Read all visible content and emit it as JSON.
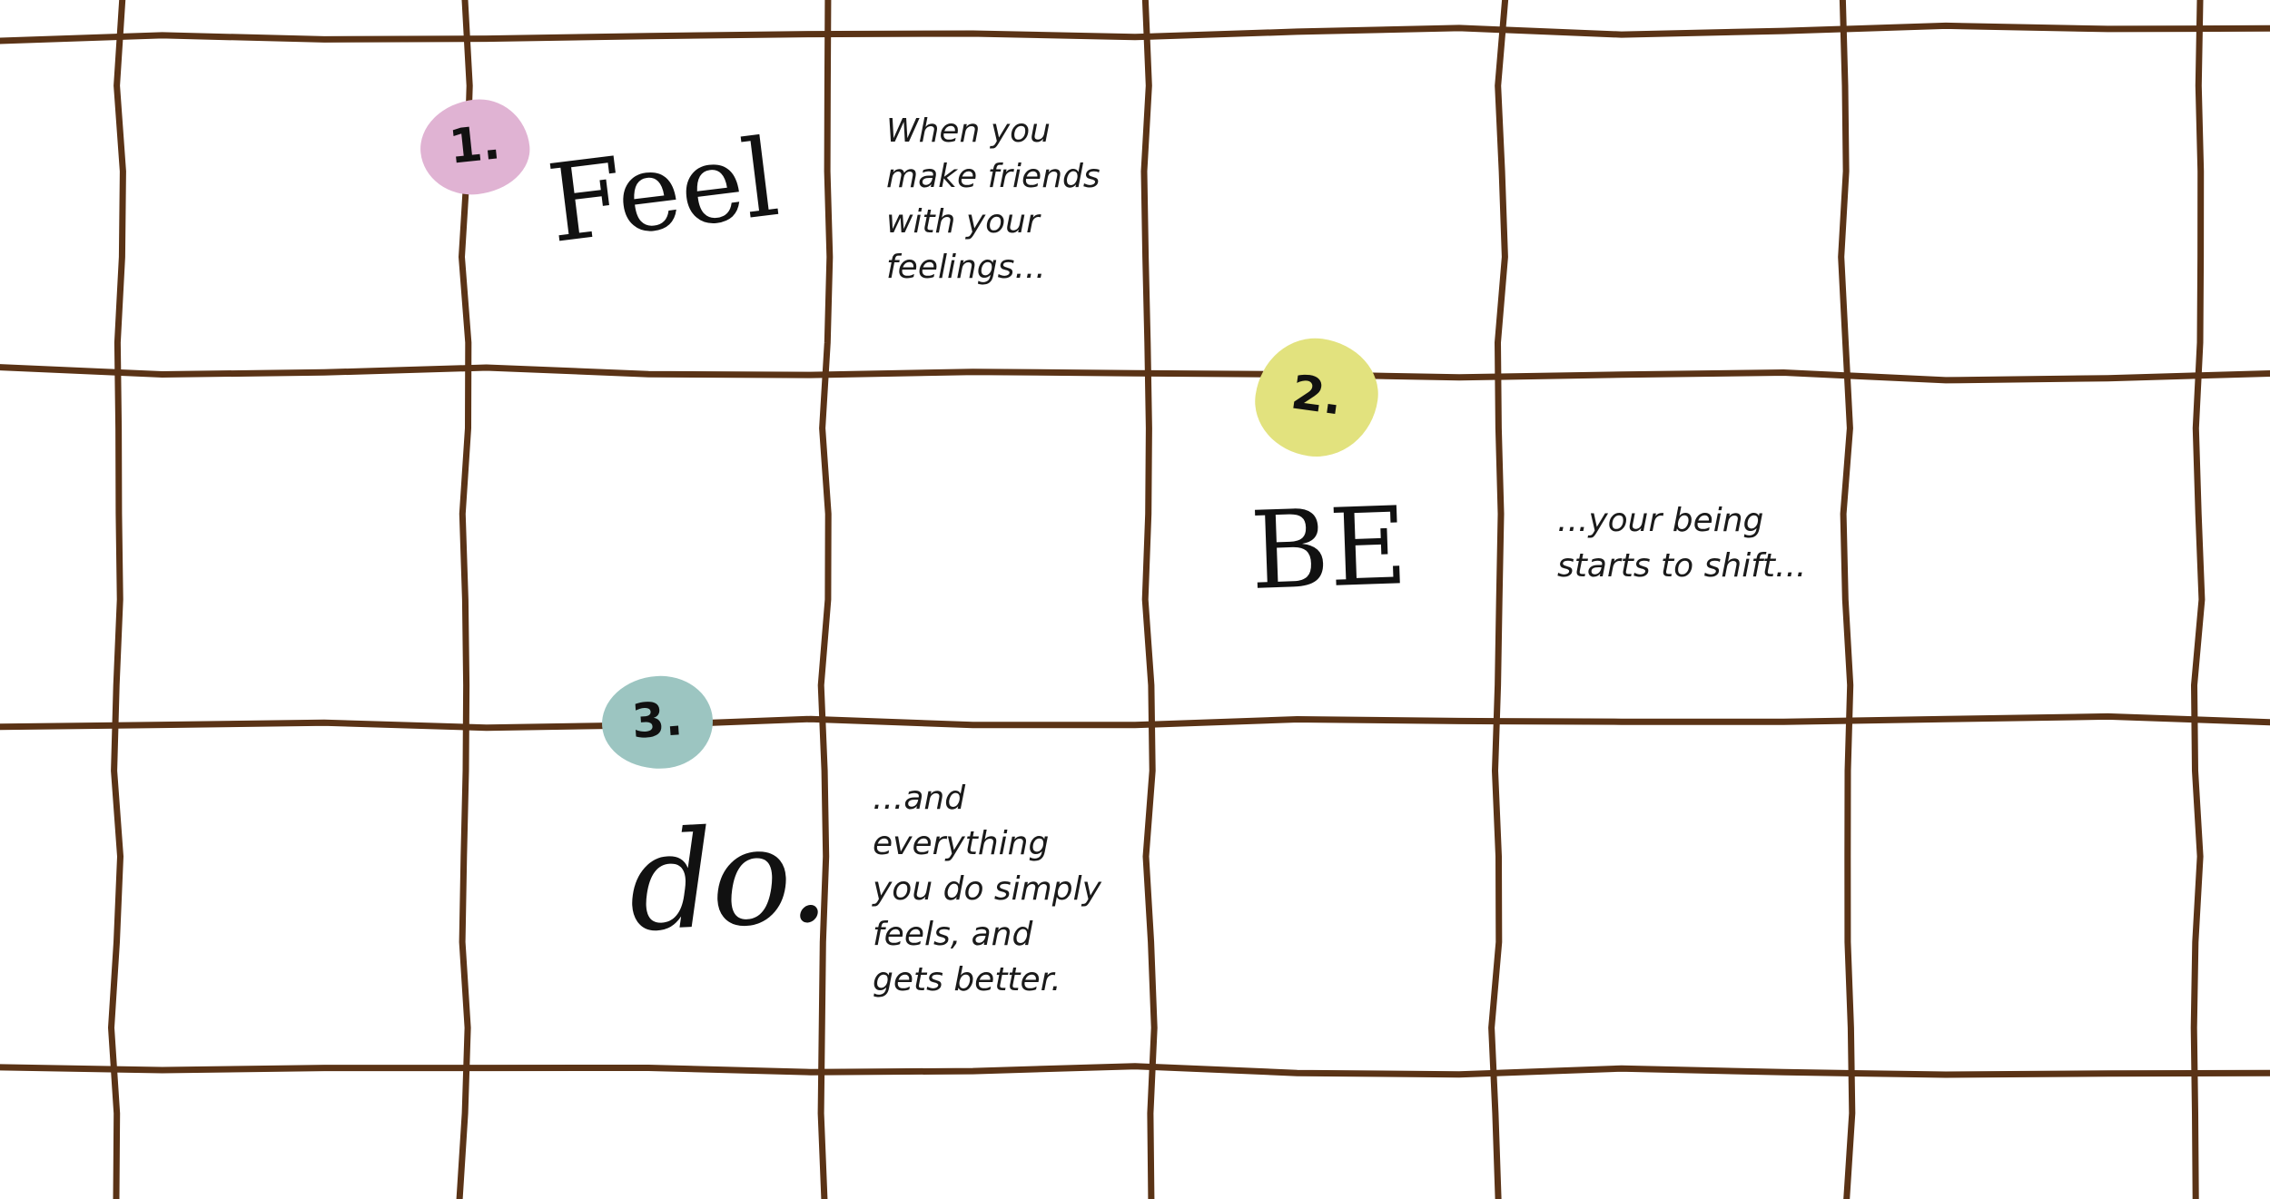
{
  "colors": {
    "grid_line": "#5a3316",
    "badge_1": "#e0b3d3",
    "badge_2": "#e2e27e",
    "badge_3": "#9cc5c1",
    "text": "#111111"
  },
  "steps": [
    {
      "number": "1.",
      "word": "Feel",
      "note": "When you\nmake friends\nwith your\nfeelings..."
    },
    {
      "number": "2.",
      "word": "BE",
      "note": "...your being\nstarts to shift..."
    },
    {
      "number": "3.",
      "word": "do.",
      "note": "...and\neverything\nyou do simply\nfeels, and\ngets better."
    }
  ]
}
